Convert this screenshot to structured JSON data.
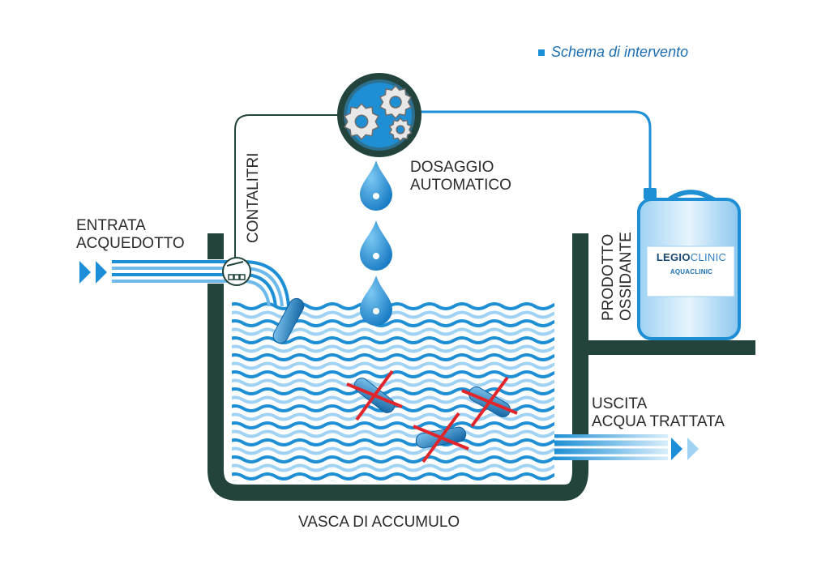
{
  "legend": {
    "text": "Schema di intervento",
    "color": "#1d8fd8"
  },
  "labels": {
    "inlet": [
      "ENTRATA",
      "ACQUEDOTTO"
    ],
    "meter": "CONTALITRI",
    "dosing": [
      "DOSAGGIO",
      "AUTOMATICO"
    ],
    "product": [
      "PRODOTTO",
      "OSSIDANTE"
    ],
    "outlet": [
      "USCITA",
      "ACQUA TRATTATA"
    ],
    "tank": "VASCA DI ACCUMULO"
  },
  "product_label": {
    "brand_bold": "LEGIO",
    "brand_light": "CLINIC",
    "maker": "AQUACLINIC"
  },
  "colors": {
    "tank_wall": "#23433d",
    "water_dark": "#1e8fd4",
    "water_light": "#bfe2f7",
    "pipe": "#1d8fd8",
    "cross": "#e0262b",
    "text": "#2b2b2b"
  }
}
